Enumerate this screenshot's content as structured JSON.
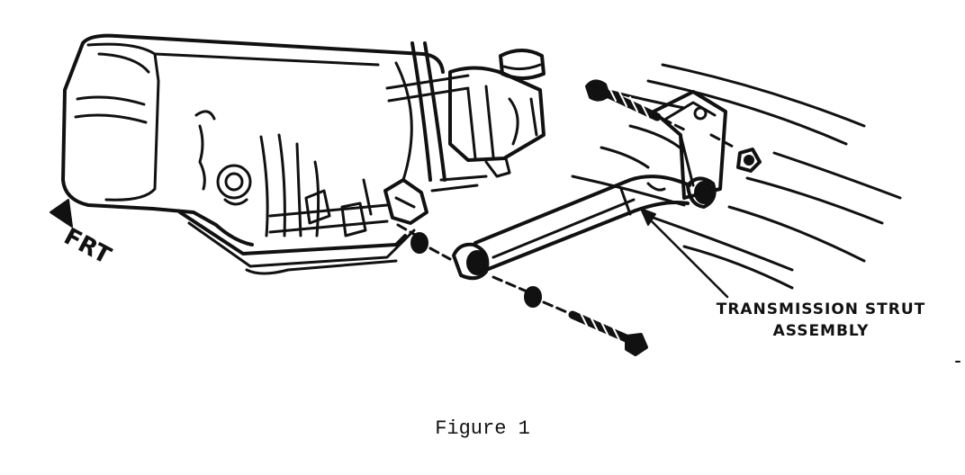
{
  "figure": {
    "caption": "Figure 1",
    "direction_label": "FRT",
    "callout_label_line1": "TRANSMISSION STRUT",
    "callout_label_line2": "ASSEMBLY",
    "icons": [
      "front-direction-arrow-icon"
    ],
    "ink_color": "#111111",
    "background_color": "#ffffff"
  }
}
